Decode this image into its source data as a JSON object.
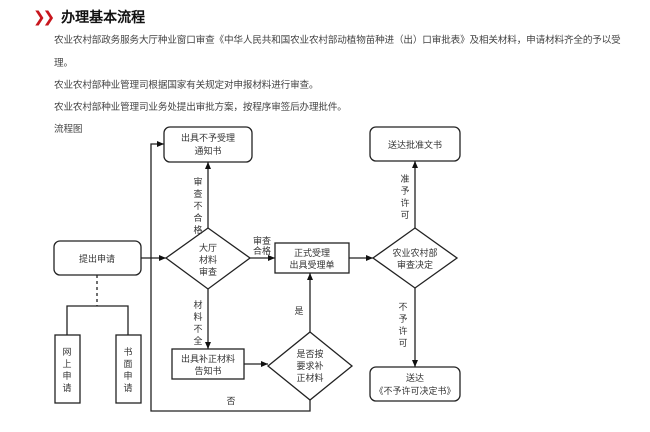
{
  "header": {
    "icon": "double-chevron-right-icon",
    "accent_color": "#c8161d",
    "title": "办理基本流程"
  },
  "paragraphs": [
    "农业农村部政务服务大厅种业窗口审查《中华人民共和国农业农村部动植物苗种进（出）口审批表》及相关材料，申请材料齐全的予以受",
    "理。",
    "农业农村部种业管理司根据国家有关规定对申报材料进行审查。",
    "农业农村部种业管理司业务处提出审批方案，按程序审签后办理批件。",
    "流程图"
  ],
  "flowchart": {
    "nodes": {
      "apply": [
        "提出申请"
      ],
      "online": [
        "网",
        "上",
        "申",
        "请"
      ],
      "paper": [
        "书",
        "面",
        "申",
        "请"
      ],
      "hall_review": [
        "大厅",
        "材料",
        "审查"
      ],
      "reject_notice": [
        "出具不予受理",
        "通知书"
      ],
      "correction_notice": [
        "出具补正材料",
        "告知书"
      ],
      "corrected": [
        "是否按",
        "要求补",
        "正材料"
      ],
      "accept": [
        "正式受理",
        "出具受理单"
      ],
      "ministry_decision": [
        "农业农村部",
        "审查决定"
      ],
      "approval_doc": [
        "送达批准文书"
      ],
      "deny_doc": [
        "送达",
        "《不予许可决定书》"
      ]
    },
    "edge_labels": {
      "review_fail": [
        "审",
        "查",
        "不",
        "合",
        "格"
      ],
      "review_pass": [
        "审查",
        "合格"
      ],
      "incomplete": [
        "材",
        "料",
        "不",
        "全"
      ],
      "yes": "是",
      "no": "否",
      "approve": [
        "准",
        "予",
        "许",
        "可"
      ],
      "deny": [
        "不",
        "予",
        "许",
        "可"
      ]
    }
  }
}
